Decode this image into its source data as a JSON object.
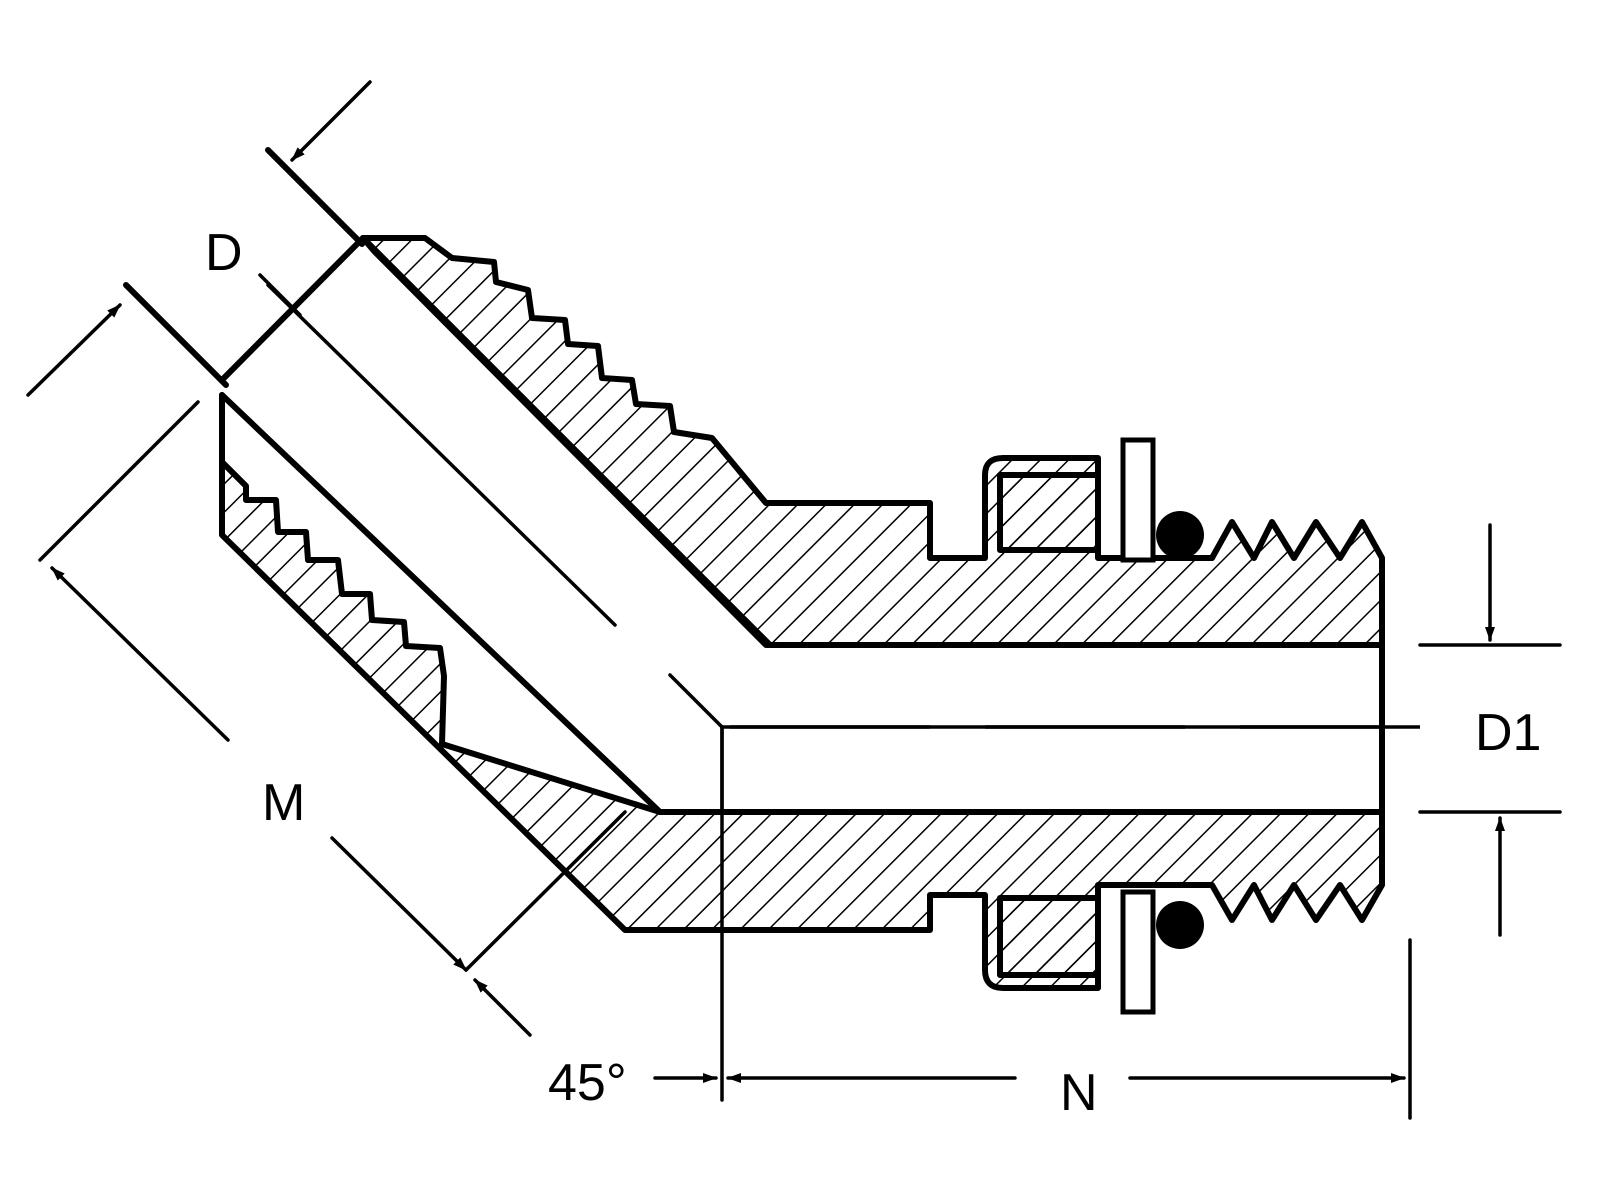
{
  "labels": {
    "d": "D",
    "d1": "D1",
    "m": "M",
    "n": "N",
    "angle": "45°"
  }
}
